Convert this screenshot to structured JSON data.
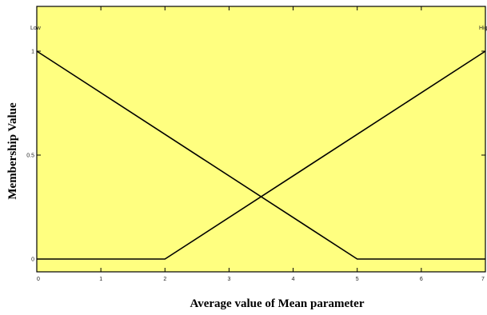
{
  "chart_data": {
    "type": "line",
    "title": "",
    "xlabel": "Average value of Mean parameter",
    "ylabel": "Membership Value",
    "xlim": [
      0,
      7
    ],
    "ylim": [
      0,
      1
    ],
    "x_ticks": [
      "0",
      "1",
      "2",
      "3",
      "4",
      "5",
      "6",
      "7"
    ],
    "y_ticks": [
      "0",
      "0.5",
      "1"
    ],
    "grid": false,
    "colors": {
      "plot_bg": "#ffff80",
      "line": "#000000"
    },
    "series": [
      {
        "name": "Low",
        "x": [
          0,
          5,
          7
        ],
        "y": [
          1,
          0,
          0
        ]
      },
      {
        "name": "High",
        "x": [
          0,
          2,
          7
        ],
        "y": [
          0,
          0,
          1
        ]
      }
    ]
  }
}
